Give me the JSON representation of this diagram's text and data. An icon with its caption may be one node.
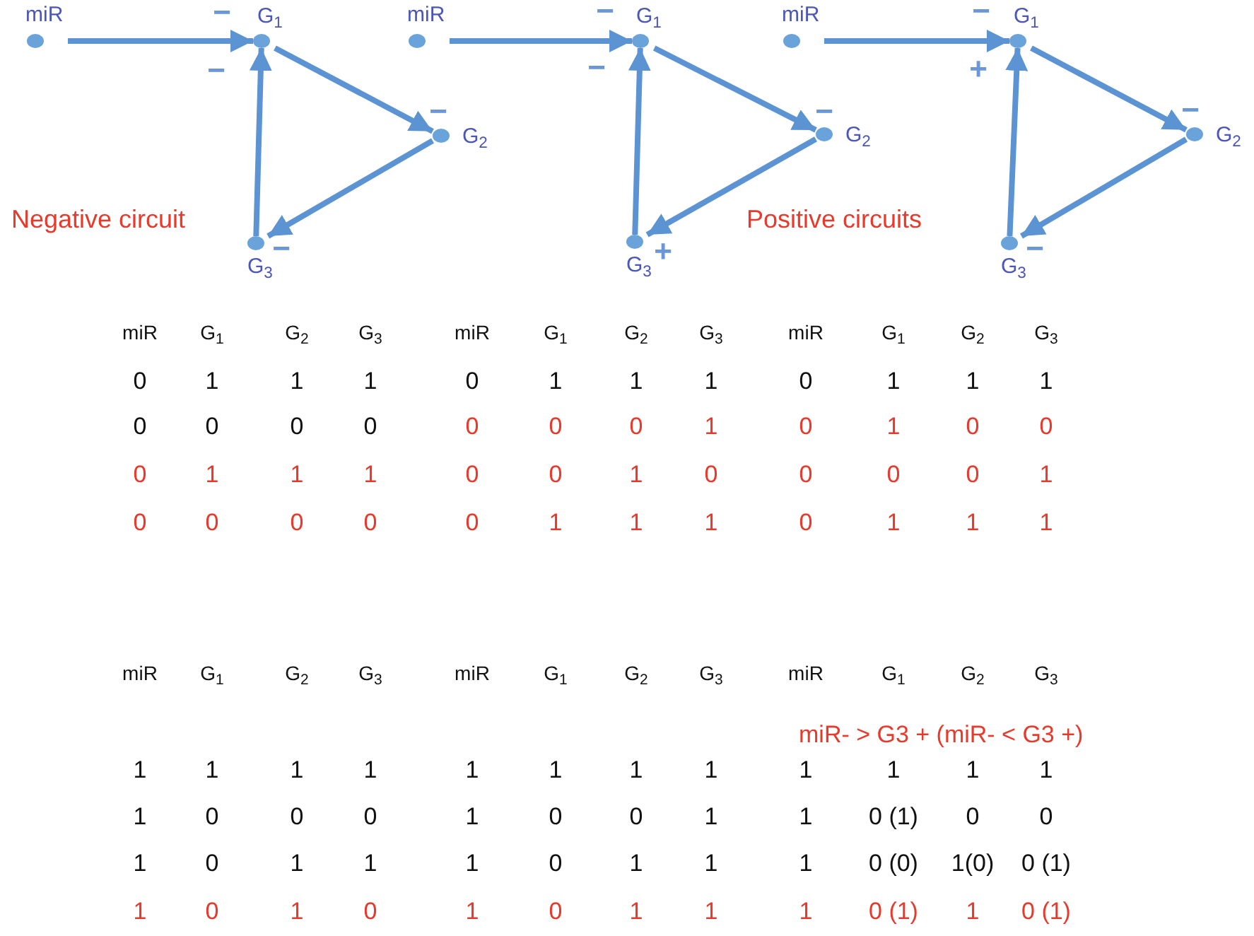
{
  "diagram": {
    "nodes": [
      {
        "text": [
          "miR"
        ]
      },
      {
        "text": [
          "G$_{1}$"
        ],
        "beside": [
          "−",
          "−"
        ]
      },
      {
        "text": [
          "G$_{2}$"
        ],
        "beside": [
          "−"
        ]
      },
      {
        "text": [
          "G$_{3}$"
        ],
        "beside": [
          "−"
        ]
      },
      {
        "text": [
          "miR"
        ]
      },
      {
        "text": [
          "G$_{1}$"
        ],
        "beside": [
          "−",
          "−"
        ]
      },
      {
        "text": [
          "G$_{2}$"
        ],
        "beside": [
          "−"
        ]
      },
      {
        "text": [
          "G$_{3}$"
        ],
        "beside": [
          "+"
        ]
      },
      {
        "text": [
          "miR"
        ]
      },
      {
        "text": [
          "G$_{1}$"
        ],
        "beside": [
          "−",
          "+"
        ]
      },
      {
        "text": [
          "G$_{2}$"
        ],
        "beside": [
          "−"
        ]
      },
      {
        "text": [
          "G$_{3}$"
        ],
        "beside": [
          "−"
        ]
      }
    ],
    "edges": [
      {
        "from": 0,
        "to": 1,
        "arrow": "to"
      },
      {
        "from": 1,
        "to": 2,
        "arrow": "to"
      },
      {
        "from": 2,
        "to": 3,
        "arrow": "to"
      },
      {
        "from": 3,
        "to": 1,
        "arrow": "to"
      },
      {
        "from": 4,
        "to": 5,
        "arrow": "to"
      },
      {
        "from": 5,
        "to": 6,
        "arrow": "to"
      },
      {
        "from": 6,
        "to": 7,
        "arrow": "to"
      },
      {
        "from": 7,
        "to": 5,
        "arrow": "to"
      },
      {
        "from": 8,
        "to": 9,
        "arrow": "to"
      },
      {
        "from": 9,
        "to": 10,
        "arrow": "to"
      },
      {
        "from": 10,
        "to": 11,
        "arrow": "to"
      },
      {
        "from": 11,
        "to": 9,
        "arrow": "to"
      }
    ],
    "labels": [
      "Negative circuit",
      "Positive circuits",
      "miR",
      "G$_{1}$",
      "G$_{2}$",
      "G$_{3}$",
      "miR",
      "G$_{1}$",
      "G$_{2}$",
      "G$_{3}$",
      "miR",
      "G$_{1}$",
      "G$_{2}$",
      "G$_{3}$",
      "0",
      "1",
      "1",
      "1",
      "0",
      "1",
      "1",
      "1",
      "0",
      "1",
      "1",
      "1",
      "0",
      "0",
      "0",
      "0",
      "0",
      "0",
      "0",
      "1",
      "0",
      "1",
      "0",
      "0",
      "0",
      "1",
      "1",
      "1",
      "0",
      "0",
      "1",
      "0",
      "0",
      "0",
      "0",
      "1",
      "0",
      "0",
      "0",
      "0",
      "0",
      "1",
      "1",
      "1",
      "0",
      "1",
      "1",
      "1",
      "miR",
      "G$_{1}$",
      "G$_{2}$",
      "G$_{3}$",
      "miR",
      "G$_{1}$",
      "G$_{2}$",
      "G$_{3}$",
      "miR",
      "G$_{1}$",
      "G$_{2}$",
      "G$_{3}$",
      "miR- > G3 + (miR- < G3 +)",
      "1",
      "1",
      "1",
      "1",
      "1",
      "1",
      "1",
      "1",
      "1",
      "1",
      "1",
      "1",
      "1",
      "0",
      "0",
      "0",
      "1",
      "0",
      "0",
      "1",
      "1",
      "0 (1)",
      "0",
      "0",
      "1",
      "0",
      "1",
      "1",
      "1",
      "0",
      "1",
      "1",
      "1",
      "0 (0)",
      "1(0)",
      "0 (1)",
      "1",
      "0",
      "1",
      "0",
      "1",
      "0",
      "1",
      "1",
      "1",
      "0 (1)",
      "1",
      "0 (1)"
    ]
  }
}
